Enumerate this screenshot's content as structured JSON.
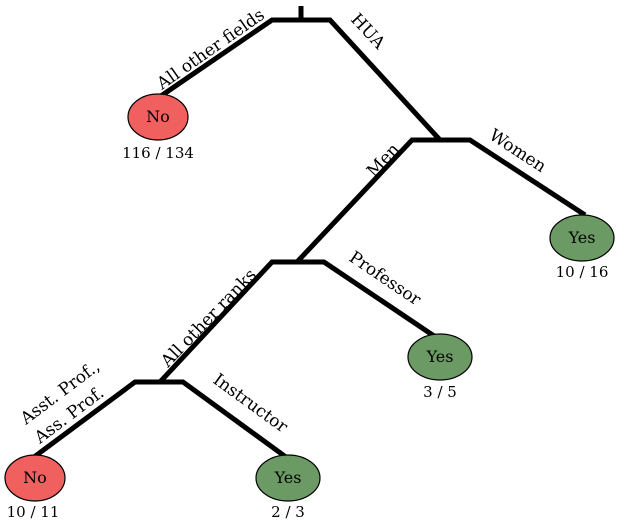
{
  "colors": {
    "no": "#f0605e",
    "yes": "#6c9a64",
    "line": "#000000"
  },
  "edges": {
    "all_other_fields": "All other fields",
    "hua": "HUA",
    "men": "Men",
    "women": "Women",
    "all_other_ranks": "All other ranks",
    "professor": "Professor",
    "asst_line1": "Asst. Prof.,",
    "asst_line2": "Ass. Prof.",
    "instructor": "Instructor"
  },
  "leaves": {
    "other_fields": {
      "label": "No",
      "count": "116 / 134",
      "class": "no"
    },
    "women": {
      "label": "Yes",
      "count": "10 / 16",
      "class": "yes"
    },
    "professor": {
      "label": "Yes",
      "count": "3 / 5",
      "class": "yes"
    },
    "asst": {
      "label": "No",
      "count": "10 / 11",
      "class": "no"
    },
    "instructor": {
      "label": "Yes",
      "count": "2 / 3",
      "class": "yes"
    }
  }
}
